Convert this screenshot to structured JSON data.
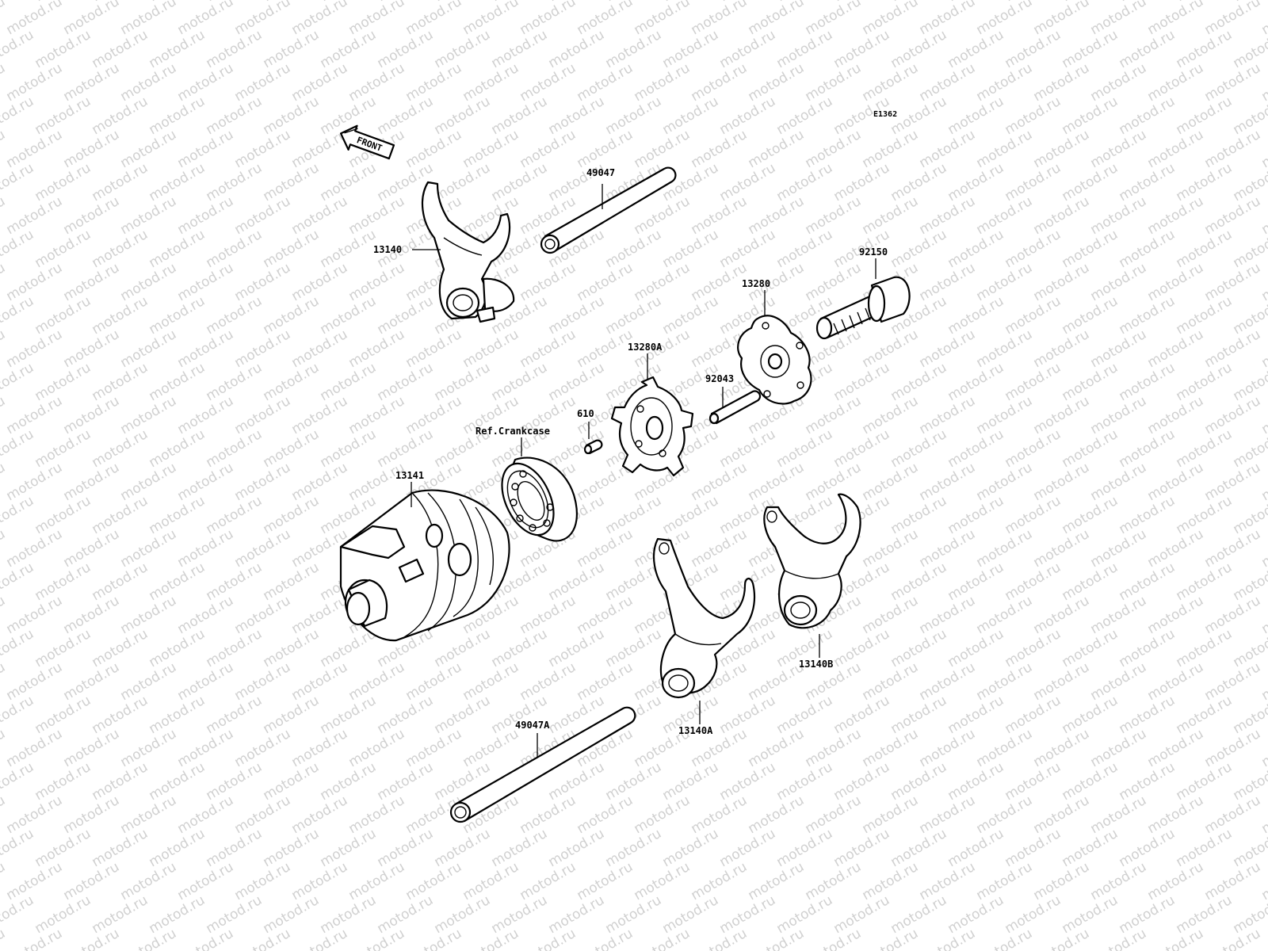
{
  "diagram_code": "E1362",
  "front_label": "FRONT",
  "watermark": "motod.ru",
  "labels": {
    "fork_13140": "13140",
    "shaft_49047": "49047",
    "bolt_92150": "92150",
    "plate_13280": "13280",
    "plate_13280a": "13280A",
    "pin_92043": "92043",
    "pin_610": "610",
    "ref_crankcase": "Ref.Crankcase",
    "drum_13141": "13141",
    "fork_13140b": "13140B",
    "fork_13140a": "13140A",
    "shaft_49047a": "49047A"
  }
}
